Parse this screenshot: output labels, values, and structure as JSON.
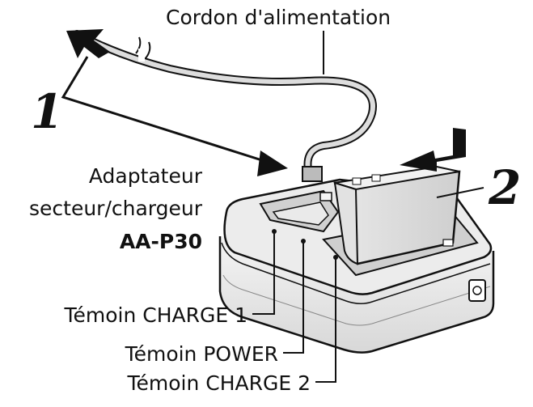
{
  "labels": {
    "power_cord": "Cordon d'alimentation",
    "adapter_line1": "Adaptateur",
    "adapter_line2": "secteur/chargeur",
    "model": "AA-P30",
    "charge1": "Témoin CHARGE 1",
    "power": "Témoin POWER",
    "charge2": "Témoin CHARGE 2",
    "step1": "1",
    "step2": "2"
  },
  "colors": {
    "ink": "#111111",
    "body_fill": "#f2f2f2",
    "top_fill": "#e6e6e6",
    "battery_fill": "#dcdcdc",
    "shadow": "#c8c8c8"
  }
}
